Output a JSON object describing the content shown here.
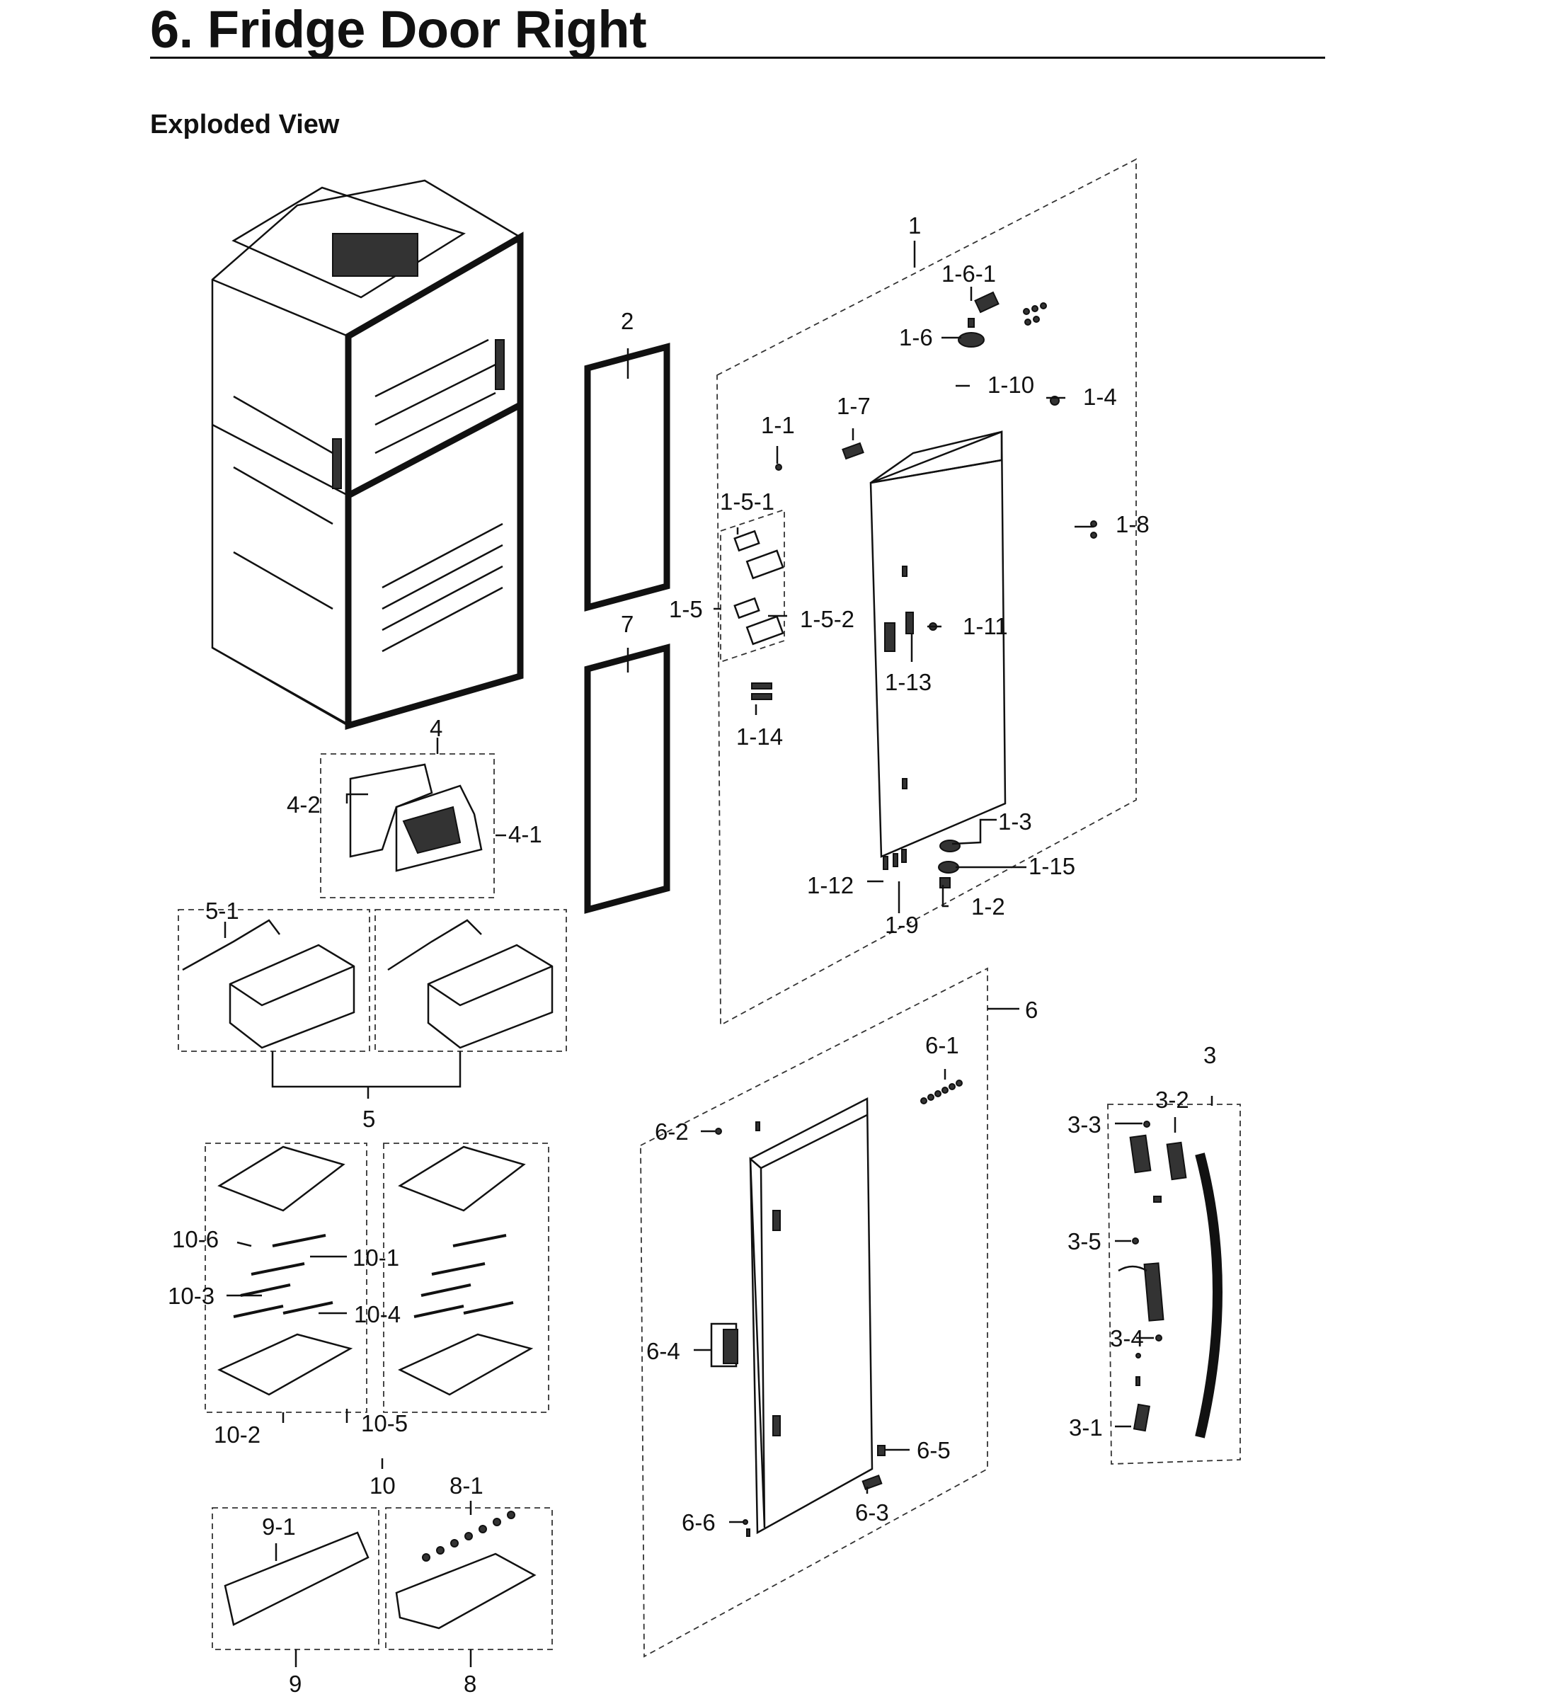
{
  "header": {
    "title": "6.  Fridge Door Right",
    "subtitle": "Exploded View"
  },
  "callouts": {
    "c1": "1",
    "c1_1": "1-1",
    "c1_2": "1-2",
    "c1_3": "1-3",
    "c1_4": "1-4",
    "c1_5": "1-5",
    "c1_5_1": "1-5-1",
    "c1_5_2": "1-5-2",
    "c1_6": "1-6",
    "c1_6_1": "1-6-1",
    "c1_7": "1-7",
    "c1_8": "1-8",
    "c1_9": "1-9",
    "c1_10": "1-10",
    "c1_11": "1-11",
    "c1_12": "1-12",
    "c1_13": "1-13",
    "c1_14": "1-14",
    "c1_15": "1-15",
    "c2": "2",
    "c3": "3",
    "c3_1": "3-1",
    "c3_2": "3-2",
    "c3_3": "3-3",
    "c3_4": "3-4",
    "c3_5": "3-5",
    "c4": "4",
    "c4_1": "4-1",
    "c4_2": "4-2",
    "c5": "5",
    "c5_1": "5-1",
    "c6": "6",
    "c6_1": "6-1",
    "c6_2": "6-2",
    "c6_3": "6-3",
    "c6_4": "6-4",
    "c6_5": "6-5",
    "c6_6": "6-6",
    "c7": "7",
    "c8": "8",
    "c8_1": "8-1",
    "c9": "9",
    "c9_1": "9-1",
    "c10": "10",
    "c10_1": "10-1",
    "c10_2": "10-2",
    "c10_3": "10-3",
    "c10_4": "10-4",
    "c10_5": "10-5",
    "c10_6": "10-6"
  }
}
